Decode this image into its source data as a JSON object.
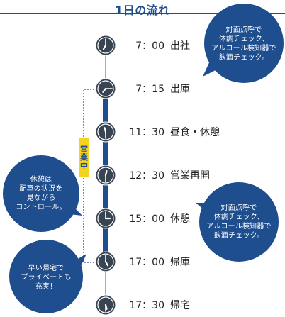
{
  "title": "1日の流れ",
  "colors": {
    "primary": "#1f4e8f",
    "clock": "#394453",
    "label": "#f5d21e"
  },
  "working_label": "営業中",
  "schedule": [
    {
      "time": "7：00",
      "event": "出社",
      "hour": 7,
      "minute": 0
    },
    {
      "time": "7：15",
      "event": "出庫",
      "hour": 7,
      "minute": 15
    },
    {
      "time": "11：30",
      "event": "昼食・休憩",
      "hour": 11,
      "minute": 30
    },
    {
      "time": "12：30",
      "event": "営業再開",
      "hour": 12,
      "minute": 30
    },
    {
      "time": "15：00",
      "event": "休憩",
      "hour": 15,
      "minute": 0
    },
    {
      "time": "17：00",
      "event": "帰庫",
      "hour": 17,
      "minute": 0
    },
    {
      "time": "17：30",
      "event": "帰宅",
      "hour": 17,
      "minute": 30
    }
  ],
  "bubbles": {
    "check_top": "対面点呼で\n体調チェック、\nアルコール検知器で\n飲酒チェック。",
    "rest": "休憩は\n配車の状況を\n見ながら\nコントロール。",
    "check_bottom": "対面点呼で\n体調チェック、\nアルコール検知器で\n飲酒チェック。",
    "home": "早い帰宅で\nプライベートも\n充実！"
  }
}
